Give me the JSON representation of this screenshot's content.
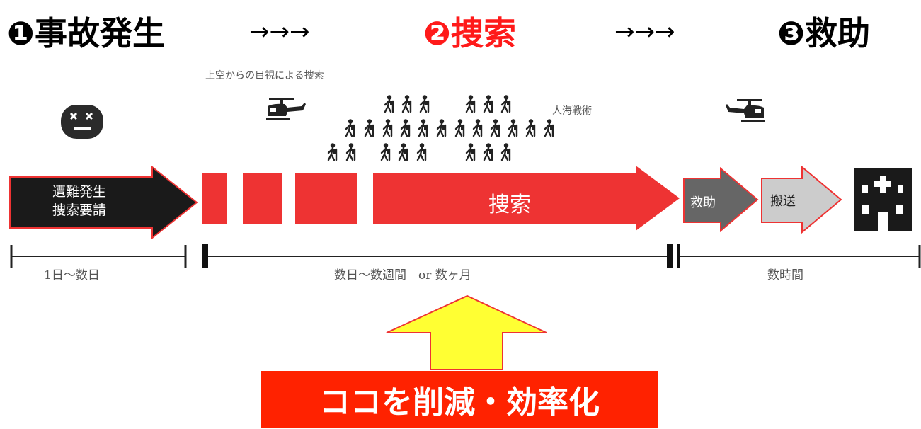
{
  "steps": [
    {
      "number": "❶",
      "label": "事故発生"
    },
    {
      "number": "❷",
      "label": "捜索"
    },
    {
      "number": "❸",
      "label": "救助"
    }
  ],
  "arrow_text": "→→→",
  "annotations": {
    "aerial_search": "上空からの目視による捜索",
    "human_wave": "人海戦術"
  },
  "bars": {
    "incident": [
      "遭難発生",
      "捜索要請"
    ],
    "search": "捜索",
    "rescue": "救助",
    "transport": "搬送"
  },
  "durations": {
    "first": "1日～数日",
    "second": "数日～数週間　or 数ヶ月",
    "third": "数時間"
  },
  "callout": "ココを削減・効率化",
  "colors": {
    "accent_red": "#ee3333",
    "heading_red": "#ff1a1a",
    "dark_bar": "#1a1a1a",
    "rescue_gray": "#666666",
    "transport_gray": "#cccccc",
    "callout_yellow": "#ffff33",
    "callout_box": "#ff2200"
  },
  "icons": [
    "dead-face-icon",
    "helicopter-icon",
    "hiker-icon",
    "hospital-icon"
  ]
}
